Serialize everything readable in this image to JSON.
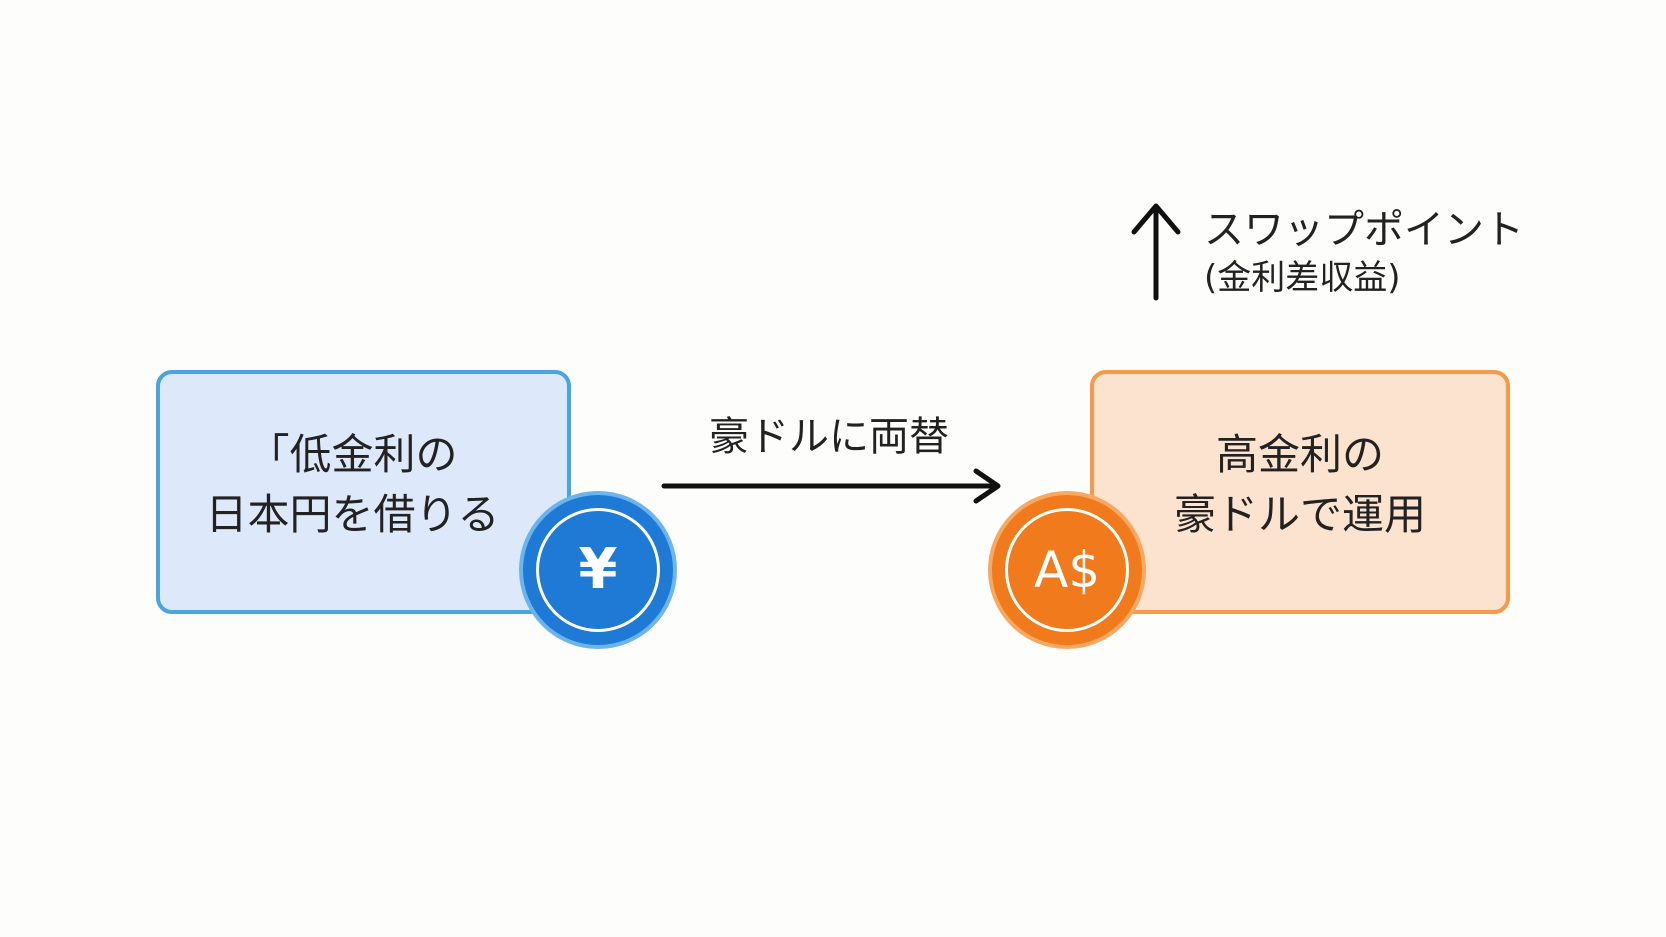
{
  "left_box": {
    "line1": "「低金利の",
    "line2": "日本円を借りる"
  },
  "right_box": {
    "line1": "高金利の",
    "line2": "豪ドルで運用"
  },
  "coins": {
    "yen_symbol": "¥",
    "aud_symbol": "A$"
  },
  "exchange": {
    "label": "豪ドルに両替"
  },
  "swap": {
    "title": "スワップポイント",
    "subtitle": "(金利差収益)"
  },
  "colors": {
    "blue_fill": "#dde9fb",
    "blue_border": "#4aa3e4",
    "blue_coin": "#1f7ad6",
    "orange_fill": "#fbe3cf",
    "orange_border": "#f59a49",
    "orange_coin": "#f07a1c"
  }
}
